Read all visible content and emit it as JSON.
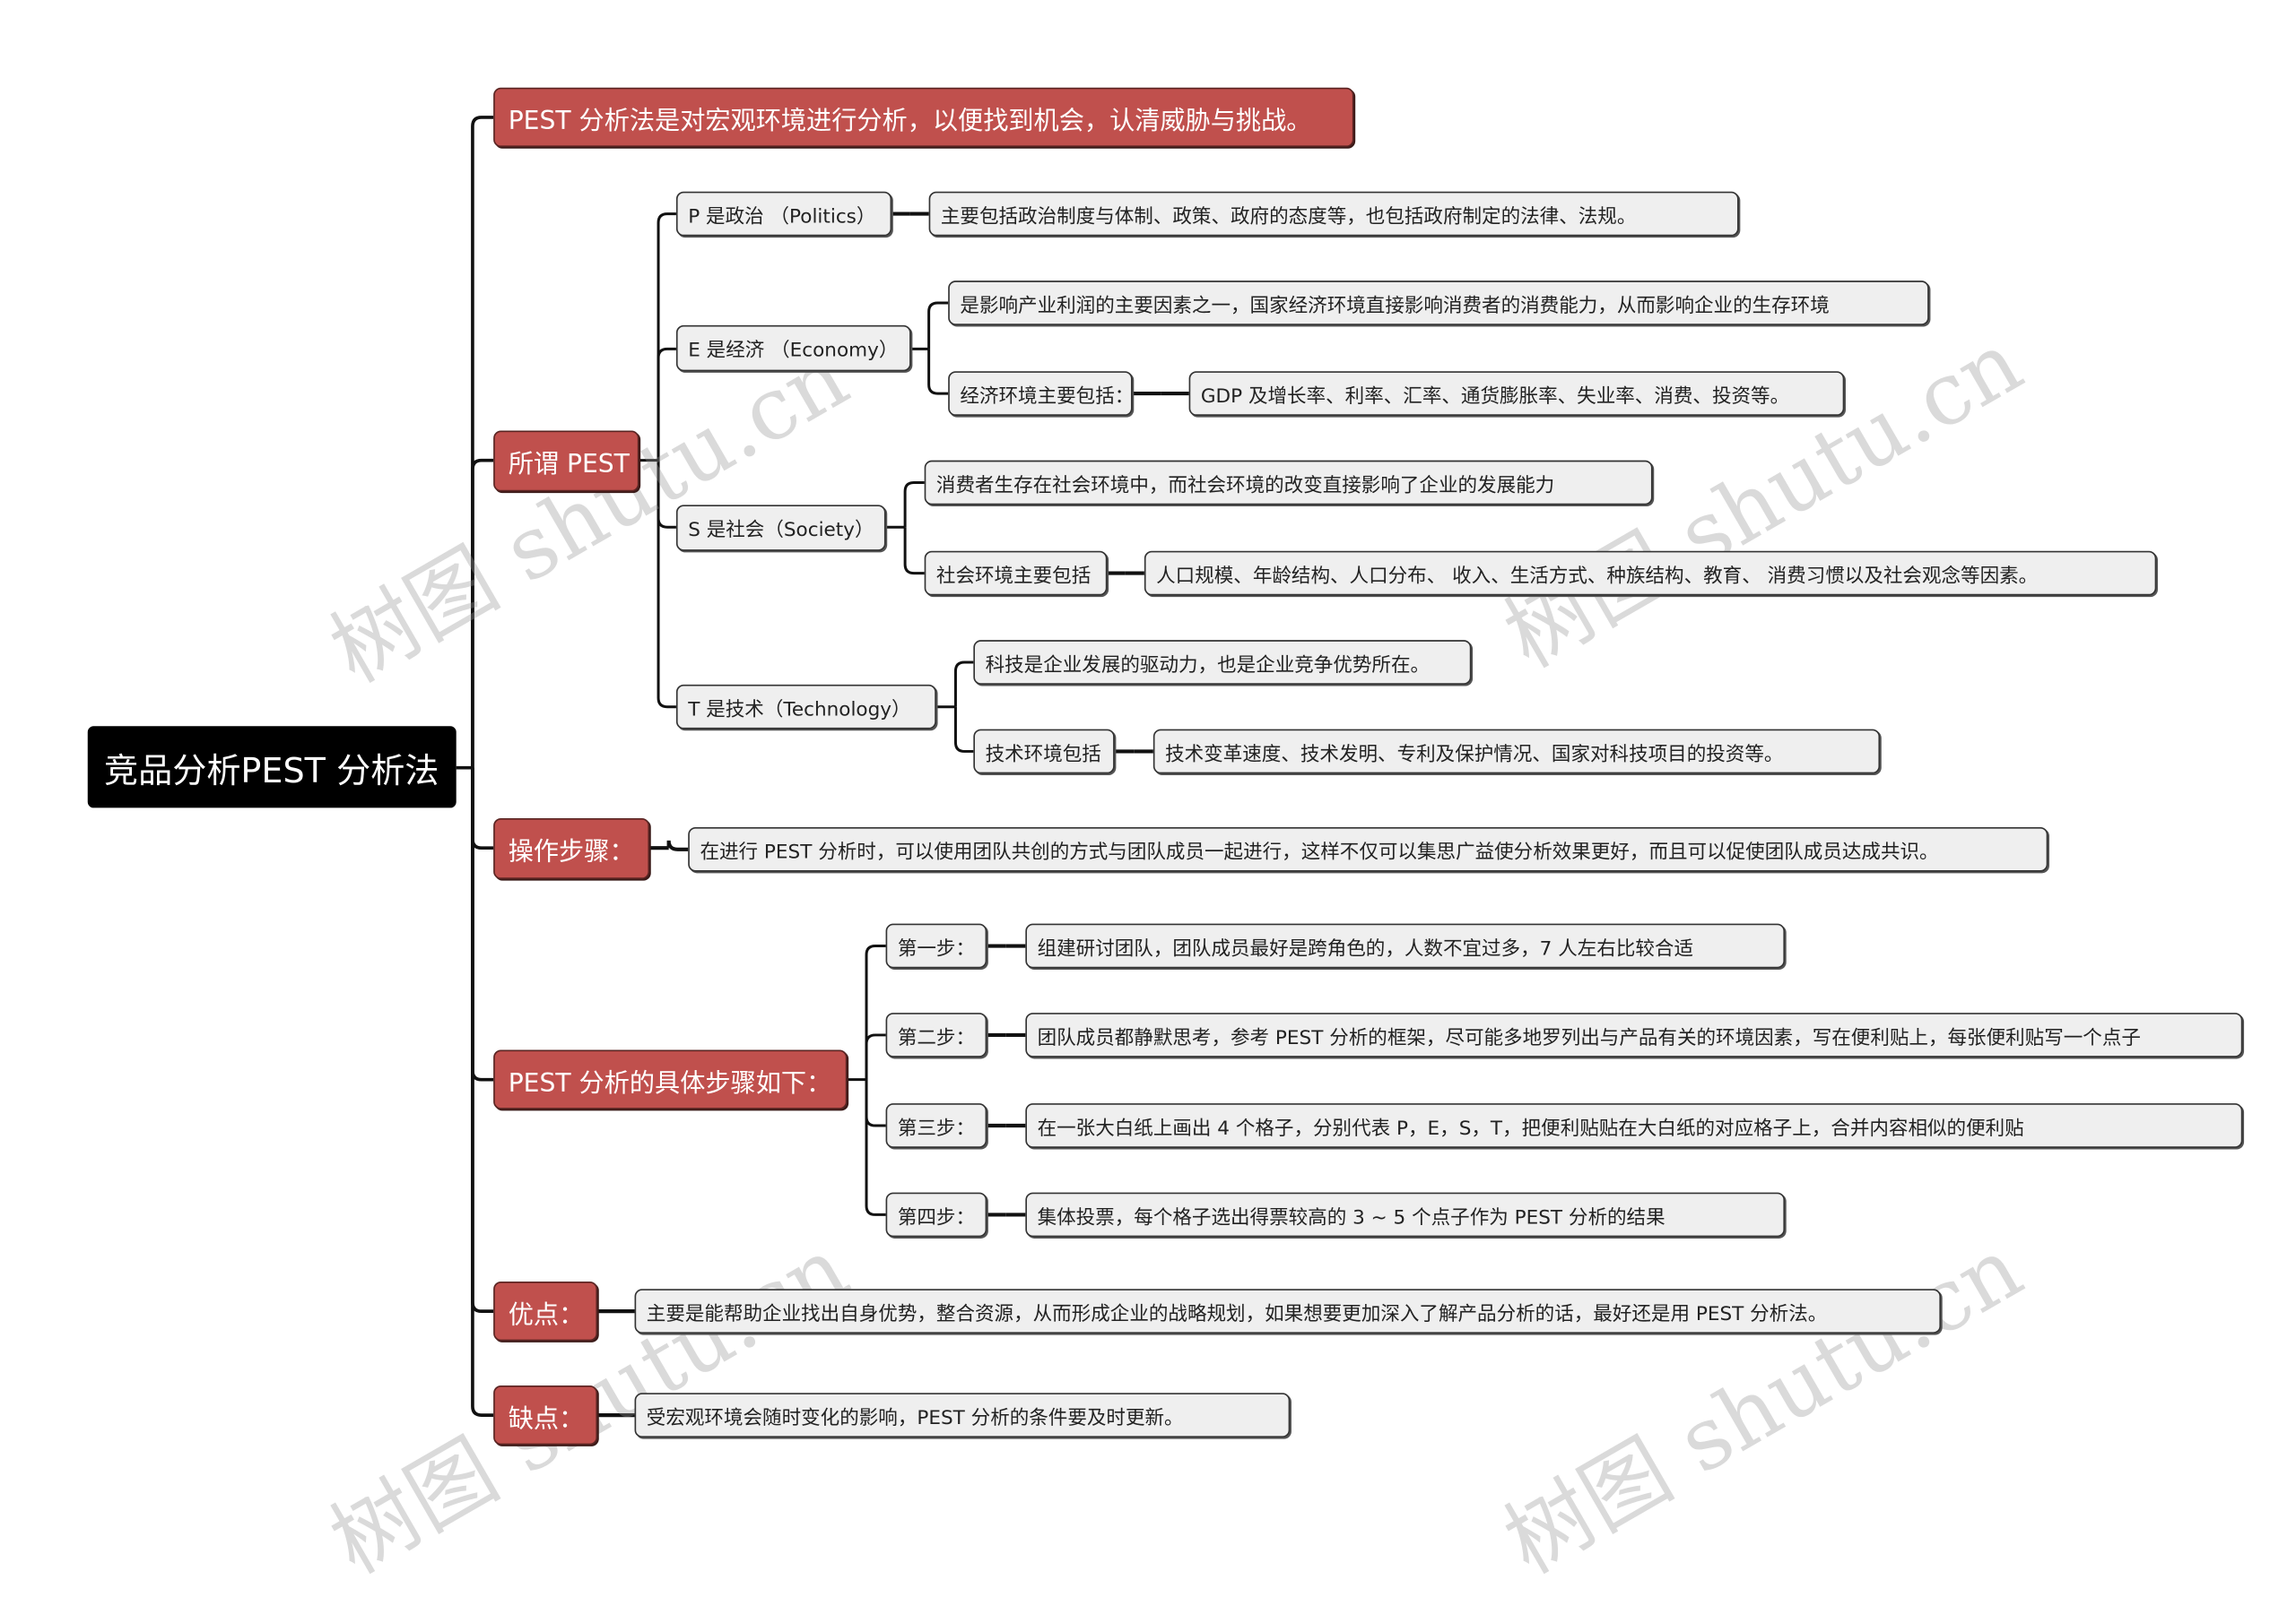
{
  "root": "竞品分析PEST 分析法",
  "intro": "PEST 分析法是对宏观环境进行分析，以便找到机会，认清威胁与挑战。",
  "pest": {
    "label": "所谓 PEST",
    "p": {
      "label": "P 是政治 （Politics）",
      "desc": "主要包括政治制度与体制、政策、政府的态度等，也包括政府制定的法律、法规。"
    },
    "e": {
      "label": "E 是经济 （Economy）",
      "desc": "是影响产业利润的主要因素之一，国家经济环境直接影响消费者的消费能力，从而影响企业的生存环境",
      "sub_label": "经济环境主要包括：",
      "sub_desc": "GDP 及增长率、利率、汇率、通货膨胀率、失业率、消费、投资等。"
    },
    "s": {
      "label": "S 是社会（Society）",
      "desc": "消费者生存在社会环境中，而社会环境的改变直接影响了企业的发展能力",
      "sub_label": "社会环境主要包括",
      "sub_desc": "人口规模、年龄结构、人口分布、 收入、生活方式、种族结构、教育、 消费习惯以及社会观念等因素。"
    },
    "t": {
      "label": "T 是技术（Technology）",
      "desc": "科技是企业发展的驱动力，也是企业竞争优势所在。",
      "sub_label": "技术环境包括",
      "sub_desc": "技术变革速度、技术发明、专利及保护情况、国家对科技项目的投资等。"
    }
  },
  "operation": {
    "label": "操作步骤：",
    "desc": "在进行 PEST 分析时，可以使用团队共创的方式与团队成员一起进行，这样不仅可以集思广益使分析效果更好，而且可以促使团队成员达成共识。"
  },
  "steps": {
    "label": "PEST 分析的具体步骤如下：",
    "items": [
      {
        "label": "第一步：",
        "desc": "组建研讨团队，团队成员最好是跨角色的，人数不宜过多，7 人左右比较合适"
      },
      {
        "label": "第二步：",
        "desc": "团队成员都静默思考，参考 PEST 分析的框架，尽可能多地罗列出与产品有关的环境因素，写在便利贴上，每张便利贴写一个点子"
      },
      {
        "label": "第三步：",
        "desc": "在一张大白纸上画出 4 个格子，分别代表 P，E，S，T，把便利贴贴在大白纸的对应格子上，合并内容相似的便利贴"
      },
      {
        "label": "第四步：",
        "desc": "集体投票，每个格子选出得票较高的 3 ~ 5 个点子作为 PEST 分析的结果"
      }
    ]
  },
  "pros": {
    "label": "优点：",
    "desc": "主要是能帮助企业找出自身优势，整合资源，从而形成企业的战略规划，如果想要更加深入了解产品分析的话，最好还是用 PEST 分析法。"
  },
  "cons": {
    "label": "缺点：",
    "desc": "受宏观环境会随时变化的影响，PEST 分析的条件要及时更新。"
  },
  "watermark": "树图 shutu.cn",
  "colors": {
    "root": "#000000",
    "level1": "#c0504d",
    "leaf": "#efefef",
    "line": "#111111"
  }
}
